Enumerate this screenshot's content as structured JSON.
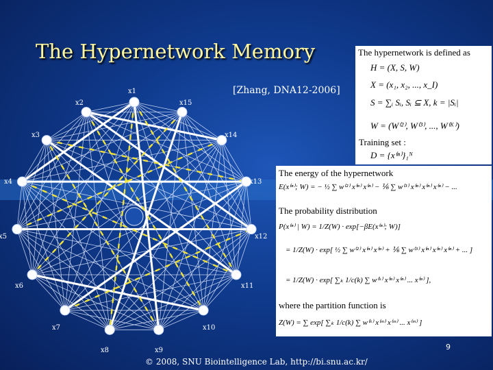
{
  "title": "The Hypernetwork Memory",
  "citation": "[Zhang, DNA12-2006]",
  "footer": "© 2008, SNU Biointelligence Lab, http://bi.snu.ac.kr/",
  "page_number": "9",
  "nodes": [
    "x1",
    "x2",
    "x3",
    "x4",
    "x5",
    "x6",
    "x7",
    "x8",
    "x9",
    "x10",
    "x11",
    "x12",
    "x13",
    "x14",
    "x15"
  ],
  "definition_panel": {
    "heading": "The hypernetwork is defined as",
    "eq_h": "H = (X, S, W)",
    "eq_x": "X = (x₁, x₂, ..., x_I)",
    "eq_s": "S = ∑ᵢ Sᵢ,   Sᵢ ⊆ X,   k = |Sᵢ|",
    "eq_w": "W = (W⁽²⁾, W⁽³⁾, ..., W⁽ᴷ⁾)",
    "training_label": "Training set :",
    "eq_d": "D = {x⁽ⁿ⁾}₁ᴺ"
  },
  "energy_panel": {
    "energy_heading": "The energy of the hypernetwork",
    "energy_eq": "E(x⁽ⁿ⁾; W) = − ½ ∑ w⁽²⁾ x⁽ⁿ⁾ x⁽ⁿ⁾ − ⅙ ∑ w⁽³⁾ x⁽ⁿ⁾ x⁽ⁿ⁾ x⁽ⁿ⁾ − ...",
    "prob_heading": "The probability distribution",
    "prob_eq1": "P(x⁽ⁿ⁾ | W) = 1/Z(W) · exp[−βE(x⁽ⁿ⁾; W)]",
    "prob_eq2": "= 1/Z(W) · exp[ ½ ∑ w⁽²⁾ x⁽ⁿ⁾ x⁽ⁿ⁾ + ⅙ ∑ w⁽³⁾ x⁽ⁿ⁾ x⁽ⁿ⁾ x⁽ⁿ⁾ + ... ]",
    "prob_eq3": "= 1/Z(W) · exp[ ∑ₖ 1/c(k) ∑ w⁽ᵏ⁾ x⁽ⁿ⁾ x⁽ⁿ⁾ ... x⁽ⁿ⁾ ],",
    "partition_heading": "where the partition function is",
    "partition_eq": "Z(W) = ∑ exp[ ∑ₖ 1/c(k) ∑ w⁽ᵏ⁾ x⁽ᵐ⁾ x⁽ᵐ⁾ ... x⁽ᵐ⁾ ]"
  }
}
